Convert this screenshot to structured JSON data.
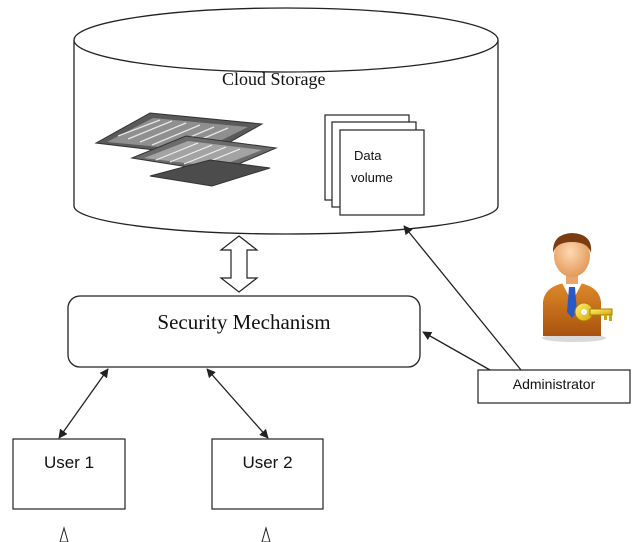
{
  "cloud": {
    "label": "Cloud Storage",
    "storage_icon": "chip-board-icon",
    "data_volume": {
      "line1": "Data",
      "line2": "volume"
    }
  },
  "security": {
    "label": "Security Mechanism"
  },
  "administrator": {
    "label": "Administrator",
    "icon": "administrator-key-icon"
  },
  "users": [
    {
      "label": "User 1"
    },
    {
      "label": "User 2"
    }
  ]
}
